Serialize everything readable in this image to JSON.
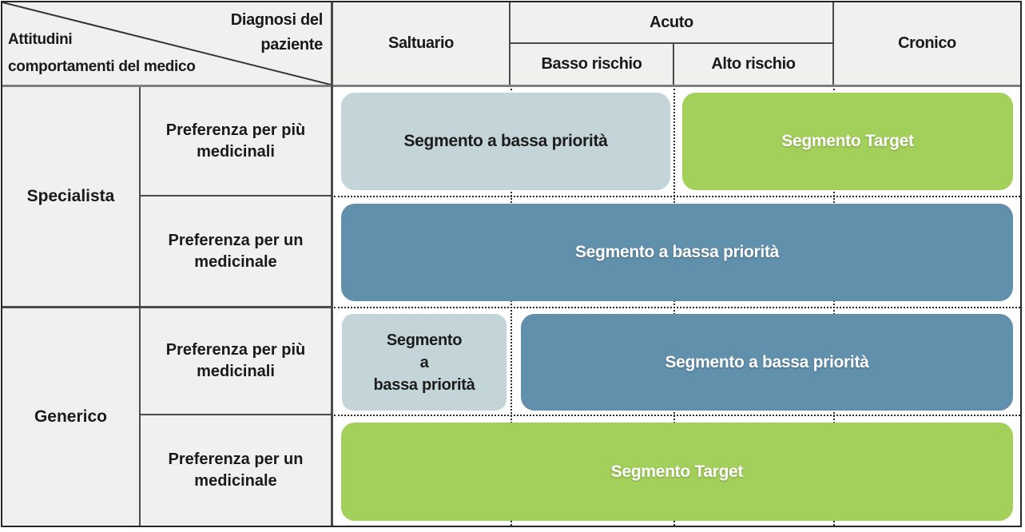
{
  "colors": {
    "header_bg": "#f0f0ee",
    "content_bg": "#ffffff",
    "segment_low_priority_light": "#c3d5d9",
    "segment_low_priority_blue": "#6190ac",
    "segment_target_green": "#a3cf5b",
    "text_dark": "#1a1a1a",
    "text_light": "#ffffff",
    "grid_solid": "#4a4a4a",
    "grid_dashed": "#2b2b2b"
  },
  "corner": {
    "column_axis_lines": [
      "Diagnosi del",
      "paziente"
    ],
    "row_axis_lines": [
      "Attitudini",
      "comportamenti del medico"
    ]
  },
  "column_headers": {
    "saltuario": "Saltuario",
    "acuto": "Acuto",
    "acuto_sub": {
      "basso_rischio": "Basso rischio",
      "alto_rischio": "Alto rischio"
    },
    "cronico": "Cronico"
  },
  "row_headers": {
    "specialista": "Specialista",
    "generico": "Generico",
    "preferenza_piu": "Preferenza per più medicinali",
    "preferenza_un": "Preferenza per un medicinale"
  },
  "segments": {
    "specialista_piu_low": "Segmento a bassa priorità",
    "specialista_piu_target": "Segmento Target",
    "specialista_un_low": "Segmento a bassa priorità",
    "generico_piu_saltuario_low_lines": [
      "Segmento",
      "a",
      "bassa priorità"
    ],
    "generico_piu_rest_low": "Segmento a bassa priorità",
    "generico_un_target": "Segmento Target"
  }
}
